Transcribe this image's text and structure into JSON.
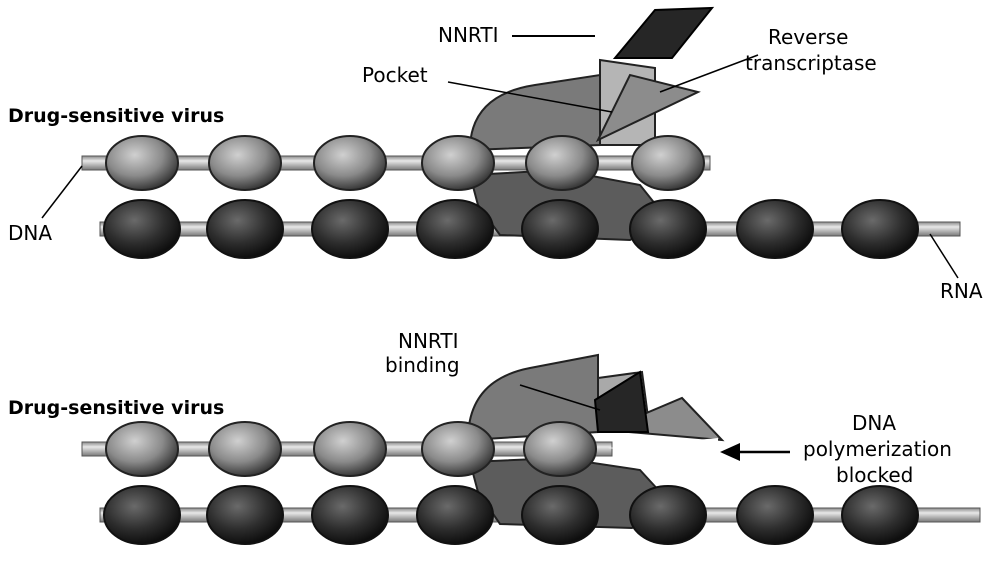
{
  "top_panel": {
    "title": "Drug-sensitive virus",
    "labels": {
      "nnrti": "NNRTI",
      "pocket": "Pocket",
      "rt_line1": "Reverse",
      "rt_line2": "transcriptase",
      "dna": "DNA",
      "rna": "RNA"
    },
    "dna_bead_count": 6,
    "rna_bead_count": 8
  },
  "bottom_panel": {
    "title": "Drug-sensitive virus",
    "labels": {
      "binding_line1": "NNRTI",
      "binding_line2": "binding",
      "blocked_line1": "DNA",
      "blocked_line2": "polymerization",
      "blocked_line3": "blocked"
    },
    "dna_bead_count": 5,
    "rna_bead_count": 8
  },
  "colors": {
    "dna_bead": "#8a8a8a",
    "rna_bead": "#2e2e2e",
    "strand": "#bdbdbd",
    "enzyme": "#6f6f6f",
    "enzyme_light": "#a9a9a9",
    "drug": "#262626"
  }
}
